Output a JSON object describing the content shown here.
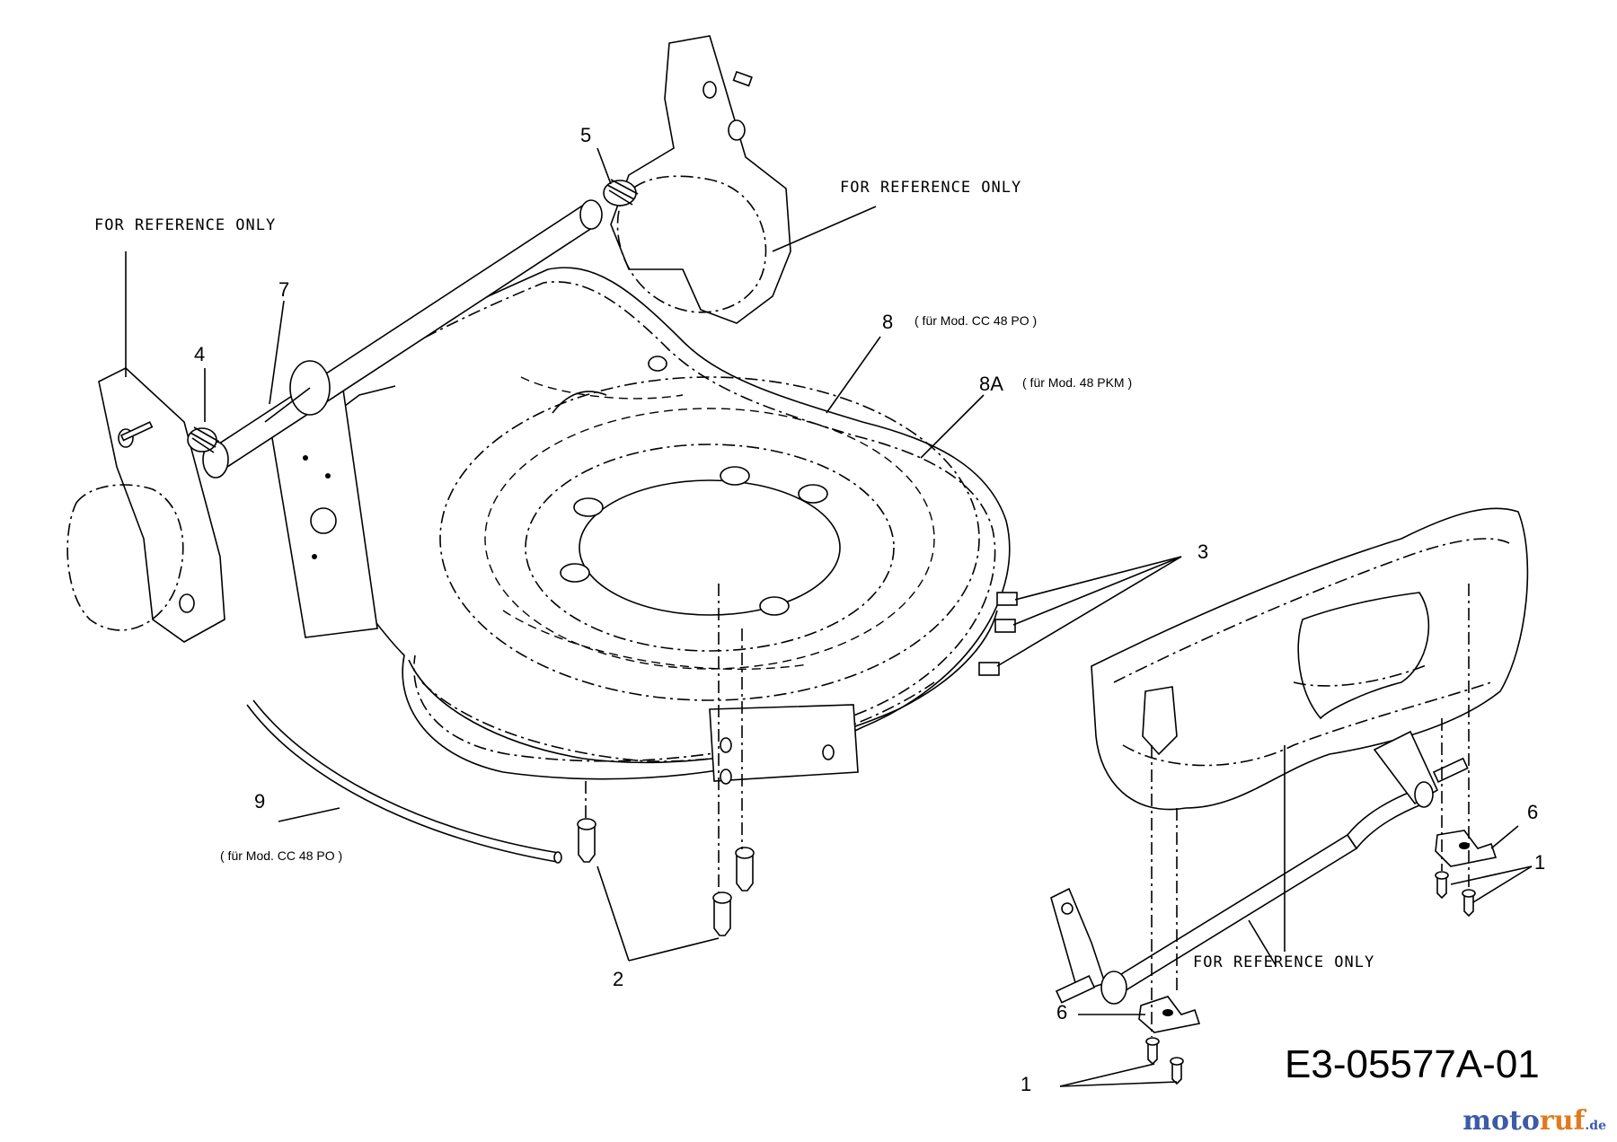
{
  "drawing_code": "E3-05577A-01",
  "reference_note": "FOR REFERENCE ONLY",
  "callouts": {
    "c1": "1",
    "c2": "2",
    "c3": "3",
    "c4": "4",
    "c5": "5",
    "c6": "6",
    "c7": "7",
    "c8": "8",
    "c8a": "8A",
    "c9": "9"
  },
  "notes": {
    "n8": "( für Mod. CC 48 PO )",
    "n8a": "( für Mod.  48 PKM )",
    "n9": "( für Mod. CC 48 PO )"
  },
  "watermark": {
    "part1": "moto",
    "part2": "ruf",
    "part3": ".de"
  }
}
